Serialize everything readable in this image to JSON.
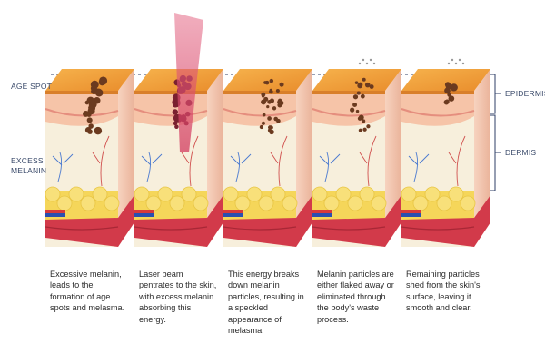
{
  "labels": {
    "age_spot": "AGE SPOT",
    "excess_melanin_line1": "EXCESS",
    "excess_melanin_line2": "MELANIN",
    "epidermis": "EPIDERMIS",
    "dermis": "DERMIS"
  },
  "steps": [
    {
      "caption": "Excessive melanin, leads to the formation of age spots and melasma."
    },
    {
      "caption": "Laser beam pentrates to the skin, with excess melanin absorbing this energy."
    },
    {
      "caption": "This energy breaks down melanin particles, resulting in a speckled appearance of melasma"
    },
    {
      "caption": "Melanin particles are either flaked away or eliminated through the body's waste process."
    },
    {
      "caption": "Remaining particles shed from the skin's surface, leaving it smooth and clear."
    }
  ],
  "colors": {
    "guide_line": "#2c3d66",
    "surface": "#f2a03a",
    "epidermis": "#f6c4a8",
    "dermis": "#f7efdc",
    "fat": "#f5d65a",
    "muscle": "#d23a4a",
    "melanin": "#6b3a1f",
    "laser": "#e05a7a"
  }
}
